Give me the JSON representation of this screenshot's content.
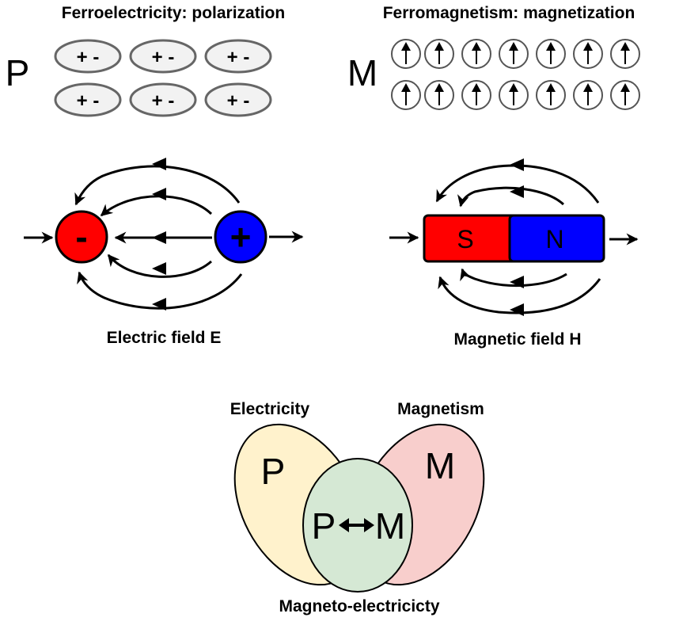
{
  "titles": {
    "ferroelectricity": "Ferroelectricity: polarization",
    "ferromagnetism": "Ferromagnetism: magnetization"
  },
  "symbols": {
    "polarization": "P",
    "magnetization": "M"
  },
  "dipole_label": "+ -",
  "charges": {
    "negative": "-",
    "positive": "+"
  },
  "magnet": {
    "south": "S",
    "north": "N"
  },
  "captions": {
    "electric_field": "Electric field E",
    "magnetic_field": "Magnetic field H"
  },
  "venn": {
    "left_label": "Electricity",
    "right_label": "Magnetism",
    "left_symbol": "P",
    "right_symbol": "M",
    "center_left": "P",
    "center_right": "M",
    "bottom_label": "Magneto-electricicty"
  },
  "colors": {
    "negative_charge": "#ff0000",
    "positive_charge": "#0000ff",
    "magnet_south": "#ff0000",
    "magnet_north": "#0000ff",
    "dipole_fill": "#f2f2f2",
    "venn_electricity": "#fff2cc",
    "venn_magnetism": "#f8cecc",
    "venn_overlap": "#d5e8d4"
  }
}
